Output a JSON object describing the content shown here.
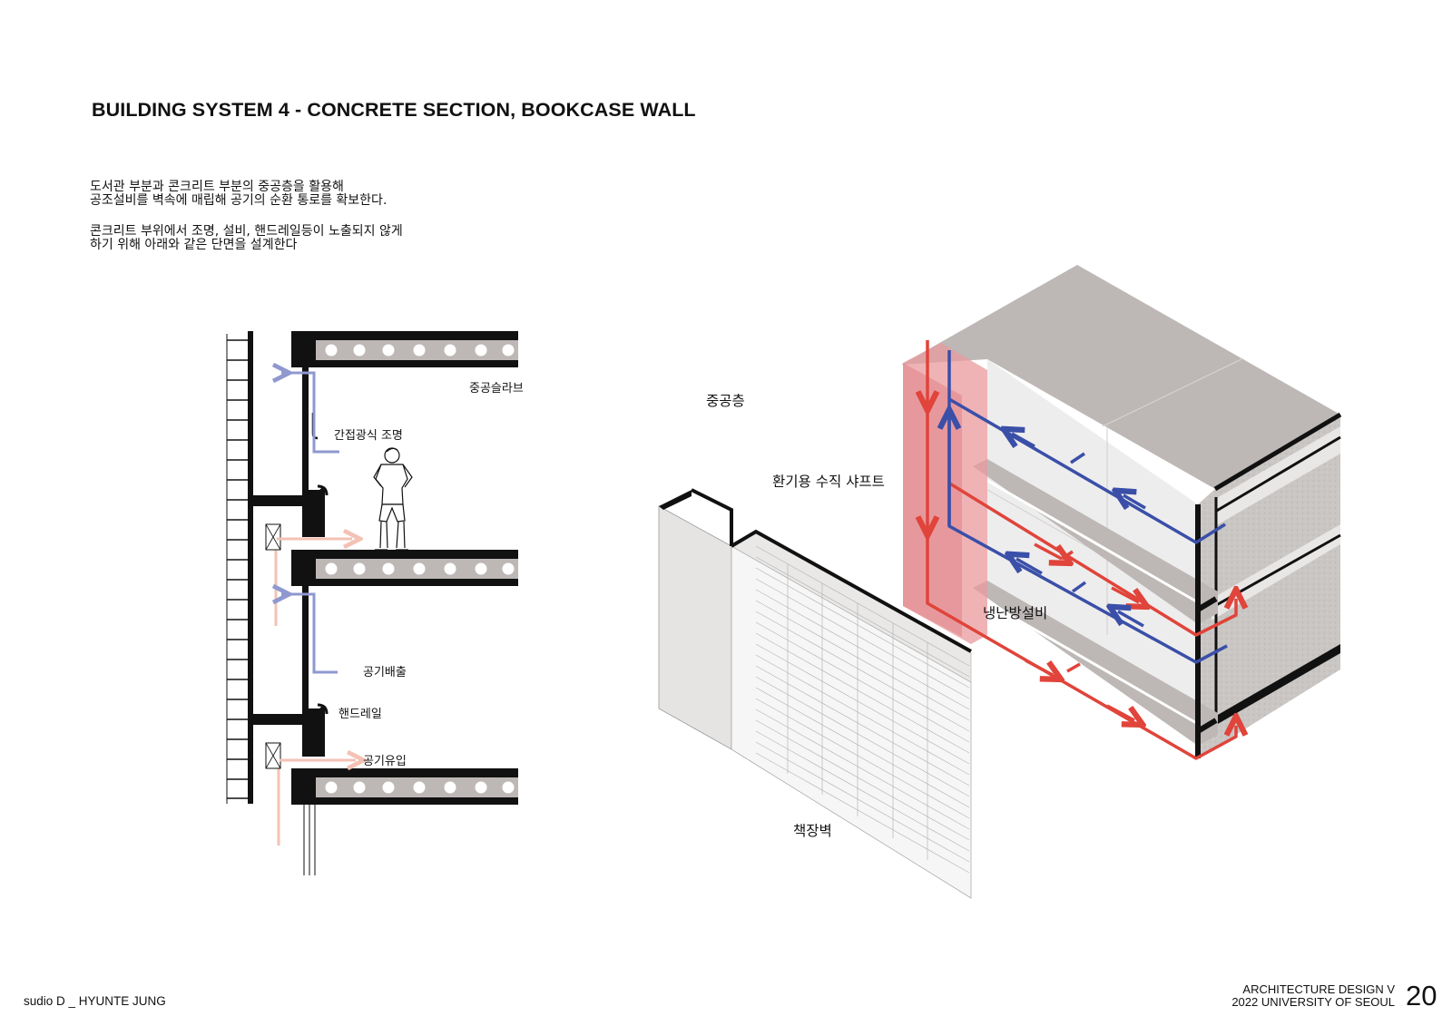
{
  "title": "BUILDING SYSTEM 4 - CONCRETE SECTION, BOOKCASE WALL",
  "description": {
    "paragraph1_line1": "도서관 부분과 콘크리트 부분의 중공층을 활용해",
    "paragraph1_line2": "공조설비를 벽속에 매립해 공기의 순환 통로를 확보한다.",
    "paragraph2_line1": "콘크리트 부위에서 조명, 설비, 핸드레일등이 노출되지 않게",
    "paragraph2_line2": "하기 위해 아래와 같은 단면을 설계한다"
  },
  "section_labels": {
    "hollow_slab": "중공슬라브",
    "indirect_lighting": "간접광식 조명",
    "air_exhaust": "공기배출",
    "handrail": "핸드레일",
    "air_intake": "공기유입"
  },
  "axon_labels": {
    "hollow_layer": "중공층",
    "vertical_shaft": "환기용 수직 샤프트",
    "hvac": "냉난방설비",
    "bookcase_wall": "책장벽"
  },
  "colors": {
    "supply_air": "#e0443a",
    "return_air": "#3a4fa8",
    "shaft_fill": "#e99a9e",
    "concrete": "#bdb8b6",
    "exhaust_section": "#8f98cf",
    "intake_section": "#f3c2b5"
  },
  "footer": {
    "studio": "sudio D _ HYUNTE JUNG",
    "course": "ARCHITECTURE DESIGN V",
    "school": "2022 UNIVERSITY OF SEOUL",
    "page": "20"
  }
}
